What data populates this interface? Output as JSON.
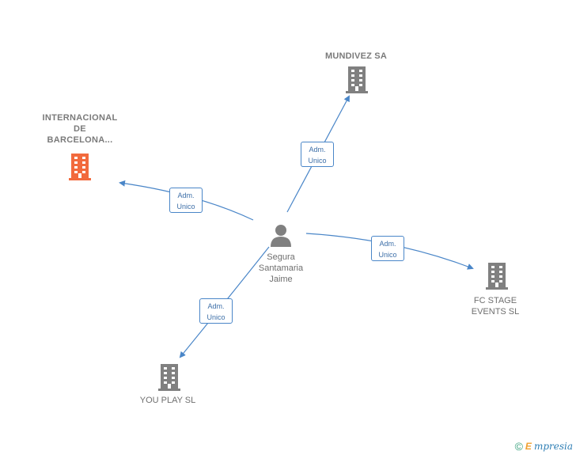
{
  "center": {
    "label": "Segura\nSantamaria\nJaime",
    "icon": "person-icon"
  },
  "companies": [
    {
      "id": "internacional",
      "label": "INTERNACIONAL\nDE\nBARCELONA...",
      "icon": "building-icon",
      "color": "#f26a3d"
    },
    {
      "id": "mundivez",
      "label": "MUNDIVEZ SA",
      "icon": "building-icon",
      "color": "#808080"
    },
    {
      "id": "fcstage",
      "label": "FC STAGE\nEVENTS SL",
      "icon": "building-icon",
      "color": "#808080"
    },
    {
      "id": "youplay",
      "label": "YOU PLAY  SL",
      "icon": "building-icon",
      "color": "#808080"
    }
  ],
  "edges": [
    {
      "line1": "Adm.",
      "line2": "Unico"
    },
    {
      "line1": "Adm.",
      "line2": "Unico"
    },
    {
      "line1": "Adm.",
      "line2": "Unico"
    },
    {
      "line1": "Adm.",
      "line2": "Unico"
    }
  ],
  "colors": {
    "edge": "#4a86c8",
    "building": "#808080",
    "highlight": "#f26a3d",
    "person": "#808080"
  },
  "brand": {
    "copyright": "©",
    "e": "E",
    "rest": "mpresia"
  }
}
